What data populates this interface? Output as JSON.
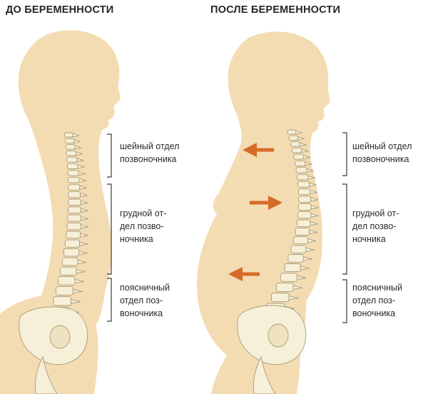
{
  "titles": {
    "before": "ДО БЕРЕМЕННОСТИ",
    "after": "ПОСЛЕ БЕРЕМЕННОСТИ"
  },
  "labels": {
    "cervical": [
      "шейный отдел",
      "позвоночника"
    ],
    "thoracic": [
      "грудной от-",
      "дел позво-",
      "ночника"
    ],
    "lumbar": [
      "поясничный",
      "отдел поз-",
      "воночника"
    ]
  },
  "colors": {
    "body": "#f4dcb2",
    "bone": "#f7f0d8",
    "bone_outline": "#a89a78",
    "arrow": "#d86a28",
    "bracket": "#3a3a3a",
    "text": "#262626"
  },
  "arrows": [
    {
      "panel": "after",
      "region": "cervical",
      "direction": "left"
    },
    {
      "panel": "after",
      "region": "thoracic",
      "direction": "right"
    },
    {
      "panel": "after",
      "region": "lumbar",
      "direction": "left"
    }
  ]
}
